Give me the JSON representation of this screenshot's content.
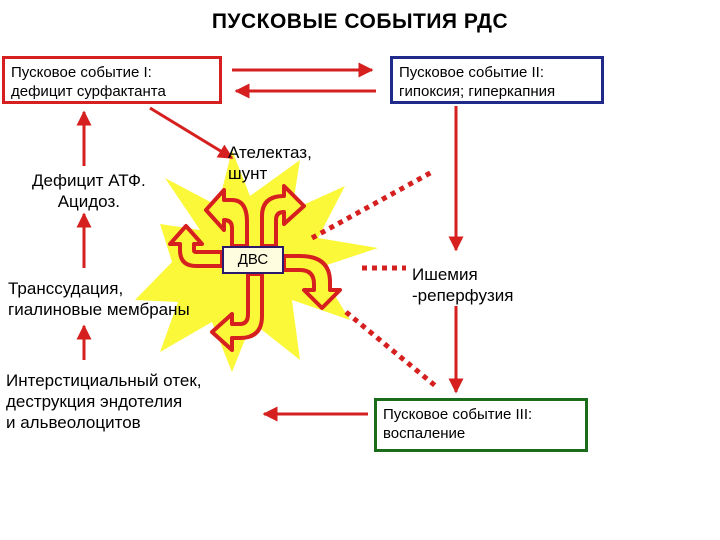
{
  "title": "ПУСКОВЫЕ СОБЫТИЯ РДС",
  "event1": {
    "label": "Пусковое событие I:",
    "detail": "дефицит сурфактанта"
  },
  "event2": {
    "label": "Пусковое событие II:",
    "detail": "гипоксия; гиперкапния"
  },
  "event3": {
    "label": "Пусковое событие III:",
    "detail": "воспаление"
  },
  "atp": "Дефицит АТФ.\nАцидоз.",
  "atelectasis": "Ателектаз,\nшунт",
  "dvs": "ДВС",
  "transudation": "Транссудация,\nгиалиновые мембраны",
  "ischemia": "Ишемия\n-реперфузия",
  "edema": "Интерстициальный отек,\nдеструкция эндотелия\nи альвеолоцитов",
  "colors": {
    "arrow": "#d61f1f",
    "starburst": "#fbf83a",
    "box1_border": "#d61f1f",
    "box2_border": "#1f2a8a",
    "box3_border": "#1a6b1a"
  }
}
